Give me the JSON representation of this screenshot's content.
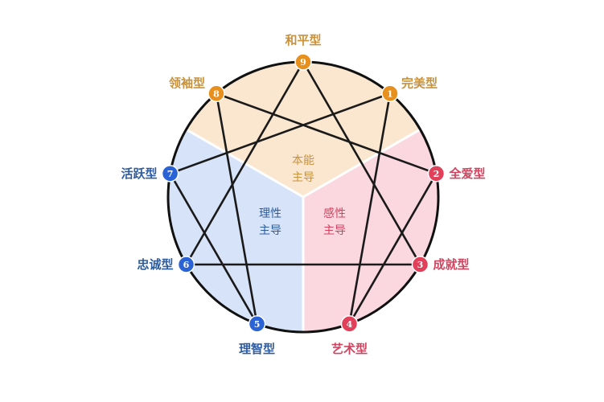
{
  "colors": {
    "instinct": "#e8901e",
    "thinking": "#2a63d6",
    "feeling": "#e0405a",
    "instinct_fill": "#fbe7cf",
    "thinking_fill": "#d7e3f8",
    "feeling_fill": "#fbd7e0",
    "instinct_text": "#c8923c",
    "thinking_text": "#2f5c9e",
    "feeling_text": "#cf4560"
  },
  "centers": {
    "instinct": [
      "本能",
      "主导"
    ],
    "thinking": [
      "理性",
      "主导"
    ],
    "feeling": [
      "感性",
      "主导"
    ]
  },
  "types": [
    {
      "num": "1",
      "label": "完美型",
      "group": "instinct"
    },
    {
      "num": "2",
      "label": "全爱型",
      "group": "feeling"
    },
    {
      "num": "3",
      "label": "成就型",
      "group": "feeling"
    },
    {
      "num": "4",
      "label": "艺术型",
      "group": "feeling"
    },
    {
      "num": "5",
      "label": "理智型",
      "group": "thinking"
    },
    {
      "num": "6",
      "label": "忠诚型",
      "group": "thinking"
    },
    {
      "num": "7",
      "label": "活跃型",
      "group": "thinking"
    },
    {
      "num": "8",
      "label": "领袖型",
      "group": "instinct"
    },
    {
      "num": "9",
      "label": "和平型",
      "group": "instinct"
    }
  ],
  "connections": [
    [
      "9",
      "3"
    ],
    [
      "3",
      "6"
    ],
    [
      "6",
      "9"
    ],
    [
      "1",
      "4"
    ],
    [
      "4",
      "2"
    ],
    [
      "2",
      "8"
    ],
    [
      "8",
      "5"
    ],
    [
      "5",
      "7"
    ],
    [
      "7",
      "1"
    ]
  ]
}
